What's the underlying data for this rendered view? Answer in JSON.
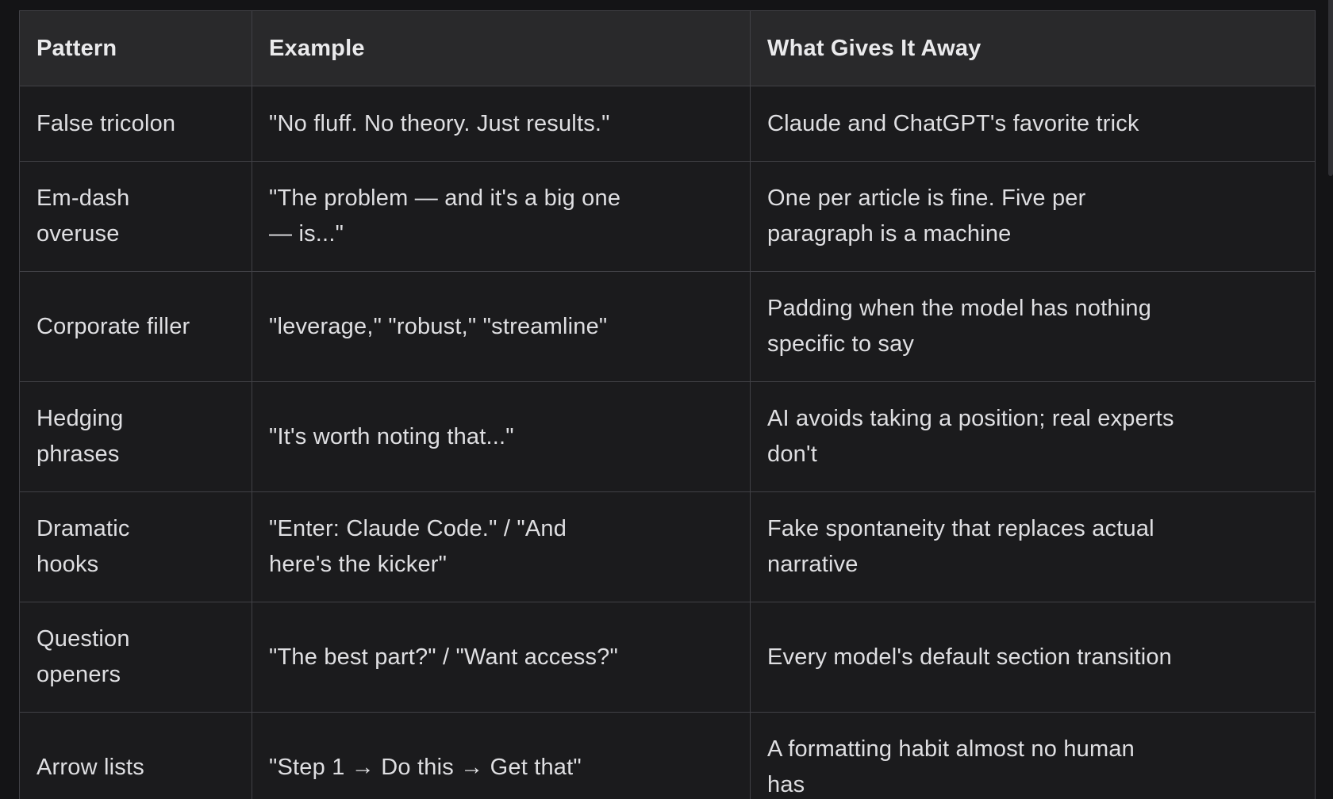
{
  "theme": {
    "page-bg": "#141416",
    "cell-bg": "#1b1b1d",
    "header-bg": "#29292b",
    "border": "#414146",
    "text": "#dfdfe2",
    "header-text": "#eaeaec",
    "scrollbar-thumb": "#303034"
  },
  "table": {
    "columns": [
      "Pattern",
      "Example",
      "What Gives It Away"
    ],
    "rows": [
      {
        "pattern": "False tricolon",
        "example": "\"No fluff. No theory. Just results.\"",
        "tell": "Claude and ChatGPT's favorite trick"
      },
      {
        "pattern": "Em-dash overuse",
        "example": "\"The problem — and it's a big one — is...\"",
        "tell": "One per article is fine. Five per paragraph is a machine"
      },
      {
        "pattern": "Corporate filler",
        "example": "\"leverage,\" \"robust,\" \"streamline\"",
        "tell": "Padding when the model has nothing specific to say"
      },
      {
        "pattern": "Hedging phrases",
        "example": "\"It's worth noting that...\"",
        "tell": "AI avoids taking a position; real experts don't"
      },
      {
        "pattern": "Dramatic hooks",
        "example": "\"Enter: Claude Code.\" / \"And here's the kicker\"",
        "tell": "Fake spontaneity that replaces actual narrative"
      },
      {
        "pattern": "Question openers",
        "example": "\"The best part?\" / \"Want access?\"",
        "tell": "Every model's default section transition"
      },
      {
        "pattern": "Arrow lists",
        "example": "\"Step 1 → Do this → Get that\"",
        "tell": "A formatting habit almost no human has"
      }
    ]
  }
}
